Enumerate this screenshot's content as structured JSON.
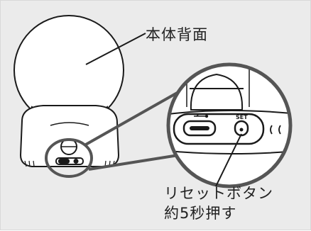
{
  "labels": {
    "rear_view": "本体背面",
    "reset_line1": "リセットボタン",
    "reset_line2": "約5秒押す"
  },
  "port_labels": {
    "usb": "USB",
    "set": "SET"
  },
  "colors": {
    "background": "#ebebeb",
    "outline": "#1a1a1a",
    "body_fill": "#ffffff",
    "highlight_ring": "#555555"
  }
}
